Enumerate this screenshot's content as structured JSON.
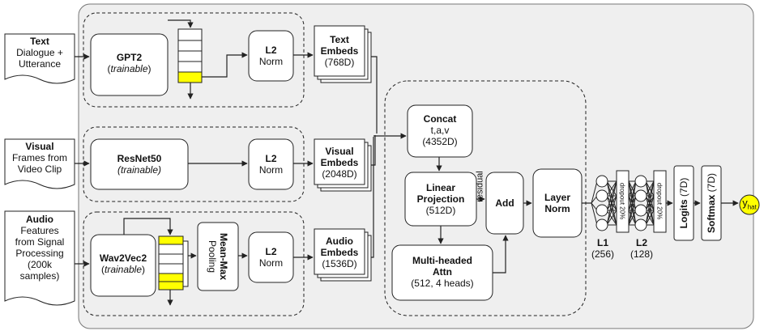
{
  "inputs": {
    "text": {
      "title": "Text",
      "line1": "Dialogue +",
      "line2": "Utterance"
    },
    "visual": {
      "title": "Visual",
      "line1": "Frames from",
      "line2": "Video Clip"
    },
    "audio": {
      "title": "Audio",
      "line1": "Features",
      "line2": "from Signal",
      "line3": "Processing",
      "line4": "(200k",
      "line5": "samples)"
    }
  },
  "encoders": {
    "gpt2": {
      "name": "GPT2",
      "note": "trainable"
    },
    "resnet": {
      "name": "ResNet50",
      "note": "(trainable)"
    },
    "wav2vec": {
      "name": "Wav2Vec2",
      "note": "trainable"
    },
    "pooling": {
      "line1": "Mean-Max",
      "line2": "Pooling"
    }
  },
  "norms": {
    "l2_title": "L2",
    "l2_sub": "Norm"
  },
  "embeds": {
    "text": {
      "title1": "Text",
      "title2": "Embeds",
      "dim": "(768D)"
    },
    "visual": {
      "title1": "Visual",
      "title2": "Embeds",
      "dim": "(2048D)"
    },
    "audio": {
      "title1": "Audio",
      "title2": "Embeds",
      "dim": "(1536D)"
    }
  },
  "fusion": {
    "concat": {
      "title": "Concat",
      "sub": "t,a,v",
      "dim": "(4352D)"
    },
    "linear": {
      "title1": "Linear",
      "title2": "Projection",
      "dim": "(512D)"
    },
    "mha": {
      "title1": "Multi-headed",
      "title2": "Attn",
      "dim": "(512, 4 heads)"
    },
    "residual": "residual",
    "add": "Add",
    "layernorm": {
      "title1": "Layer",
      "title2": "Norm"
    }
  },
  "head": {
    "l1": {
      "title": "L1",
      "dim": "(256)"
    },
    "l2": {
      "title": "L2",
      "dim": "(128)"
    },
    "dropout": "dropout 20%",
    "logits": {
      "title": "Logits",
      "dim": "(7D)"
    },
    "softmax": {
      "title": "Softmax",
      "dim": "(7D)"
    },
    "output": {
      "base": "y",
      "sub": "hat"
    }
  },
  "colors": {
    "stroke": "#222222",
    "panel": "#efefef",
    "highlight": "#ffff00"
  }
}
